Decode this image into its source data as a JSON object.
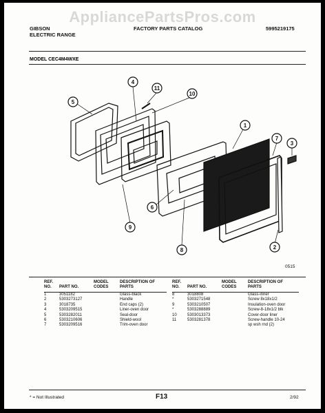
{
  "watermark": "AppliancePartsPros.com",
  "header": {
    "brand": "GIBSON",
    "product": "ELECTRIC RANGE",
    "catalog": "FACTORY PARTS CATALOG",
    "catalog_no": "5995219175"
  },
  "model_label": "MODEL CEC4M4WXE",
  "diagram": {
    "callouts": [
      "5",
      "4",
      "11",
      "10",
      "1",
      "7",
      "3",
      "6",
      "9",
      "8",
      "2"
    ],
    "figure_ref": "0515"
  },
  "columns": [
    "REF. NO.",
    "PART NO.",
    "MODEL CODES",
    "DESCRIPTION OF PARTS"
  ],
  "parts_left": [
    {
      "ref": "1",
      "part": "3051182",
      "code": "",
      "desc": "Glass-black"
    },
    {
      "ref": "2",
      "part": "5303273127",
      "code": "",
      "desc": "Handle"
    },
    {
      "ref": "3",
      "part": "3018735",
      "code": "",
      "desc": "End caps (2)"
    },
    {
      "ref": "4",
      "part": "5303209515",
      "code": "",
      "desc": "Liner-oven door"
    },
    {
      "ref": "5",
      "part": "5303282011",
      "code": "",
      "desc": "Seal-door"
    },
    {
      "ref": "6",
      "part": "5303210606",
      "code": "",
      "desc": "Shield-wool"
    },
    {
      "ref": "7",
      "part": "5303209516",
      "code": "",
      "desc": "Trim-oven door"
    }
  ],
  "parts_right": [
    {
      "ref": "8",
      "part": "3018808",
      "code": "",
      "desc": "Glass-inner"
    },
    {
      "ref": "*",
      "part": "5303271548",
      "code": "",
      "desc": "Screw 8x18x1/2"
    },
    {
      "ref": "9",
      "part": "5303210507",
      "code": "",
      "desc": "Insulation-oven door"
    },
    {
      "ref": "*",
      "part": "5303288889",
      "code": "",
      "desc": "Screw-8-18x1/2 blk"
    },
    {
      "ref": "10",
      "part": "5303013373",
      "code": "",
      "desc": "Cover-door liner"
    },
    {
      "ref": "11",
      "part": "5303281378",
      "code": "",
      "desc": "Screw-handle 10-24"
    },
    {
      "ref": "",
      "part": "",
      "code": "",
      "desc": "sp wsh rnd (2)"
    }
  ],
  "footer": {
    "note": "* = Not Illustrated",
    "page": "F13",
    "date": "2/92"
  }
}
